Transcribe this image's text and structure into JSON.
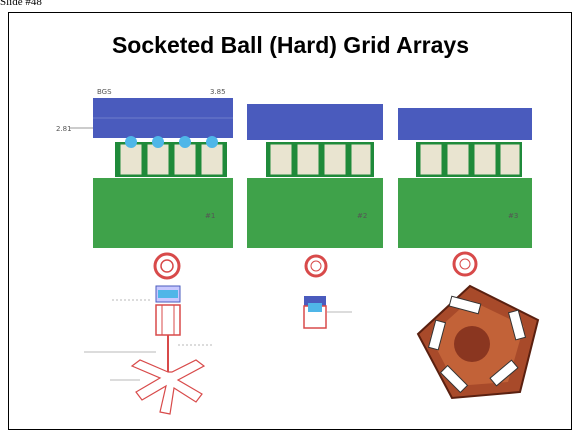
{
  "slide": {
    "label": "Slide #48"
  },
  "title": "Socketed Ball (Hard) Grid Arrays",
  "colors": {
    "package": "#4a5bbd",
    "board": "#3fa24a",
    "socket": "#1f8a3a",
    "contact": "#e9e4d0",
    "ball": "#4fb6e8",
    "pad": "#d84a4a",
    "photo": "#a84a2a"
  },
  "panels": [
    {
      "label": "#1"
    },
    {
      "label": "#2"
    },
    {
      "label": "#3"
    }
  ],
  "dimensions": {
    "top_left": "BGS",
    "top_right": "3.85",
    "side_left": "2.81"
  }
}
